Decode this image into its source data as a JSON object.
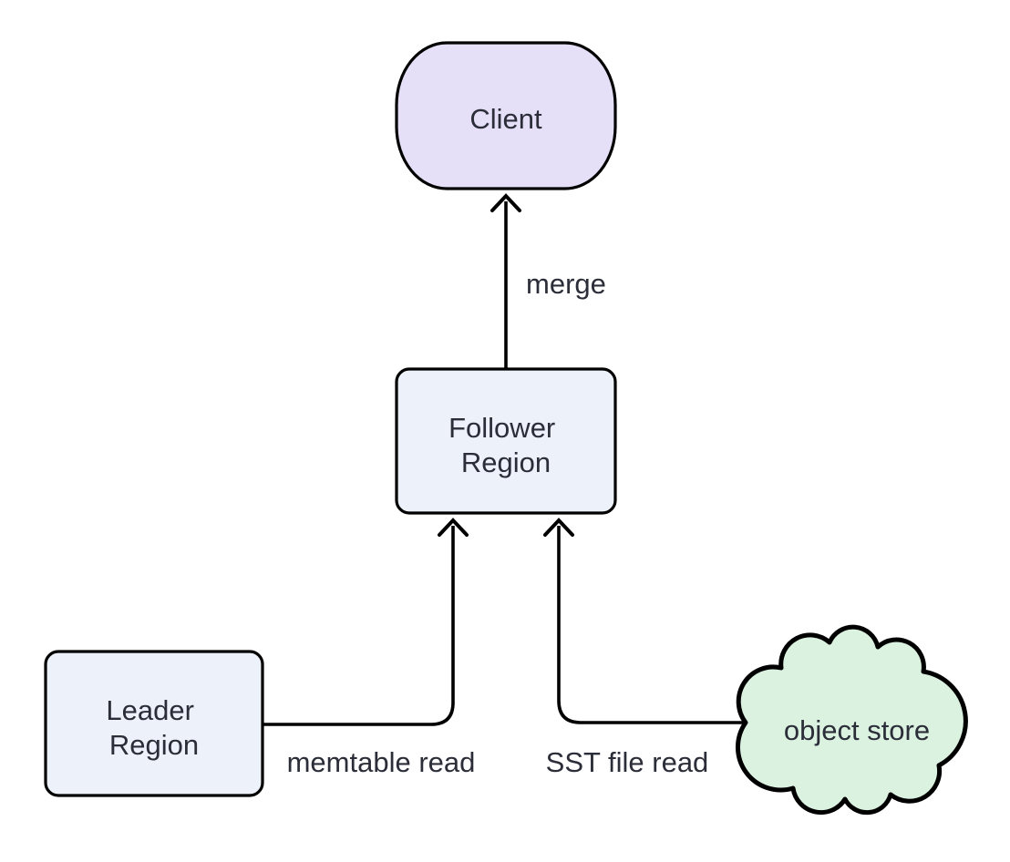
{
  "diagram": {
    "type": "flowchart",
    "background": "#FFFFFF",
    "stroke_color": "#000000",
    "text_color": "#2B2D38",
    "nodes": [
      {
        "id": "client",
        "shape": "rounded-rect",
        "label": "Client",
        "fill": "#E5E0F8"
      },
      {
        "id": "follower-region",
        "shape": "rect",
        "label": "Follower Region",
        "line1": "Follower",
        "line2": "Region",
        "fill": "#EDF1FA"
      },
      {
        "id": "leader-region",
        "shape": "rect",
        "label": "Leader Region",
        "line1": "Leader",
        "line2": "Region",
        "fill": "#EDF1FA"
      },
      {
        "id": "object-store",
        "shape": "cloud",
        "label": "object store",
        "fill": "#DBF2E1"
      }
    ],
    "edges": [
      {
        "from": "Follower Region",
        "to": "Client",
        "label": "merge"
      },
      {
        "from": "Leader Region",
        "to": "Follower Region",
        "label": "memtable read"
      },
      {
        "from": "object store",
        "to": "Follower Region",
        "label": "SST file read"
      }
    ]
  }
}
